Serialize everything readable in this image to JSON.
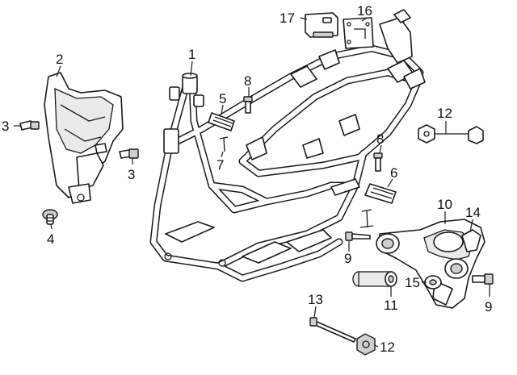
{
  "callouts": {
    "c1": "1",
    "c2": "2",
    "c3a": "3",
    "c3b": "3",
    "c4": "4",
    "c5": "5",
    "c6": "6",
    "c7": "7",
    "c8a": "8",
    "c8b": "8",
    "c9a": "9",
    "c9b": "9",
    "c10": "10",
    "c11": "11",
    "c12a": "12",
    "c12b": "12",
    "c13": "13",
    "c14": "14",
    "c15": "15",
    "c16": "16",
    "c17": "17"
  }
}
